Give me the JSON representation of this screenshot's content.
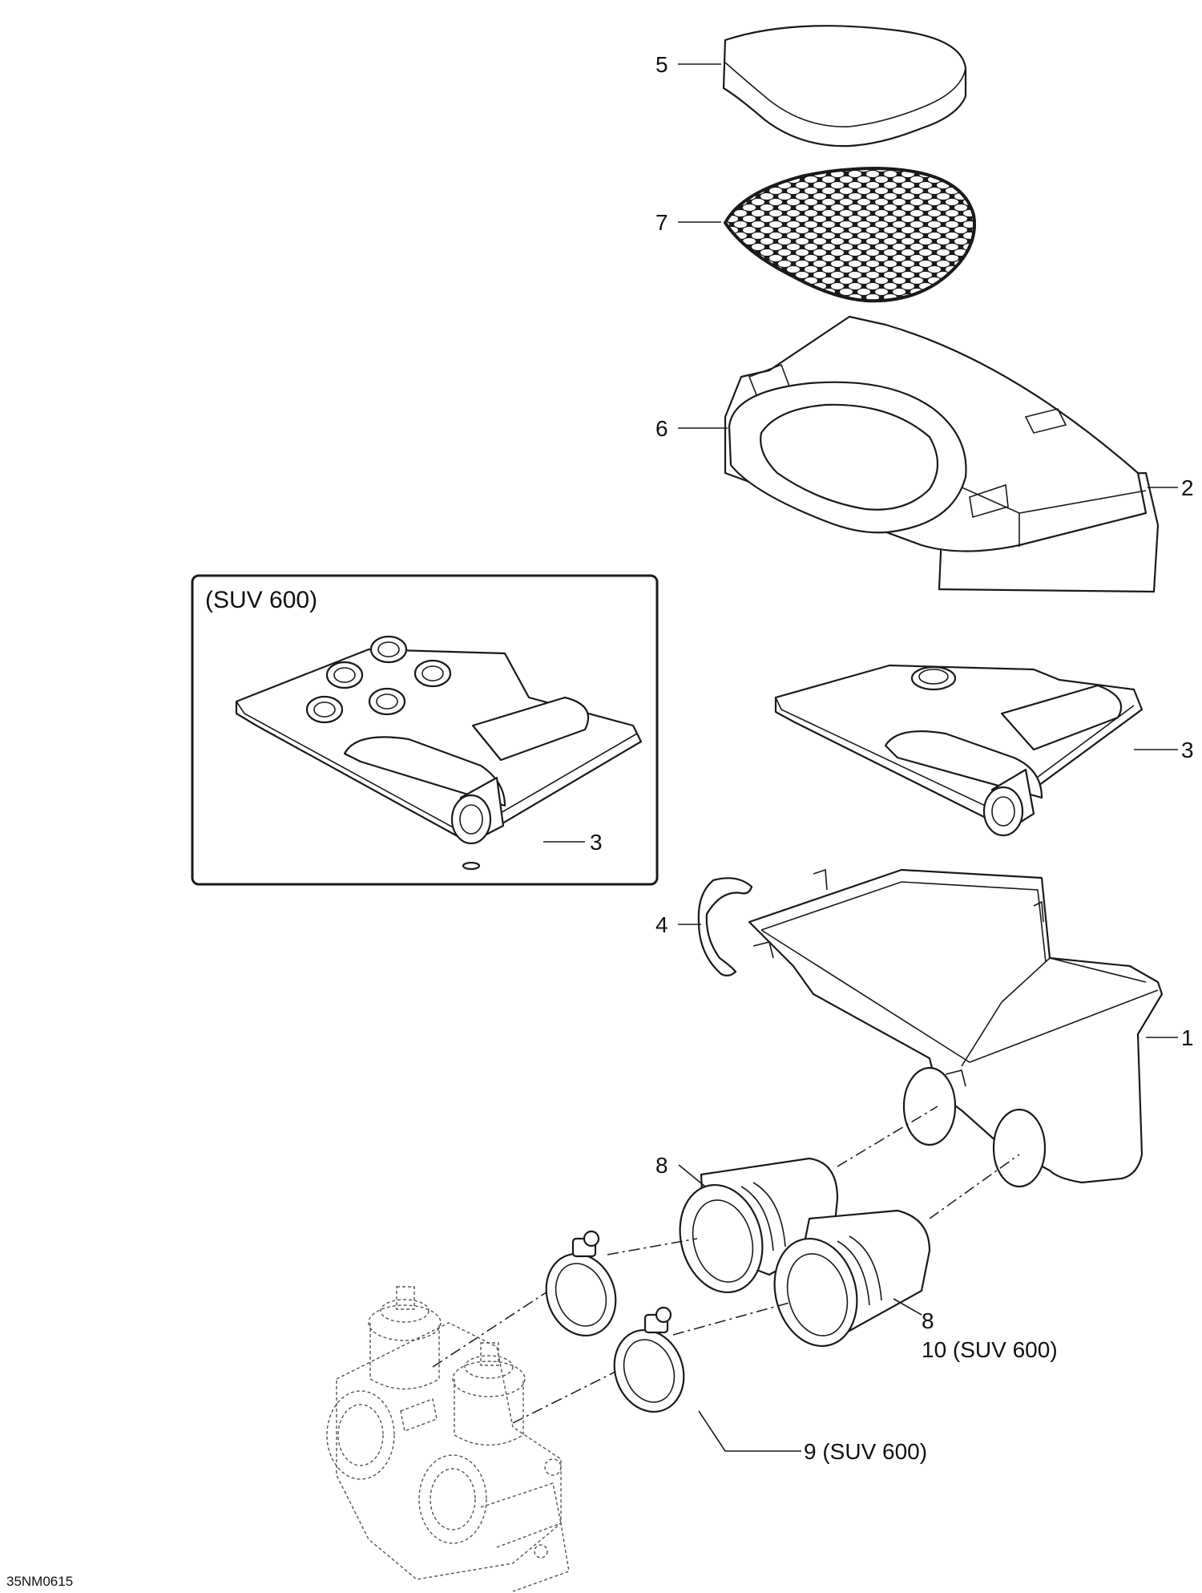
{
  "diagram": {
    "document_id": "35NM0615",
    "inset": {
      "title": "(SUV 600)"
    },
    "callouts": {
      "c5": "5",
      "c7": "7",
      "c6": "6",
      "c2": "2",
      "c3": "3",
      "c3_inset": "3",
      "c4": "4",
      "c1": "1",
      "c8_upper": "8",
      "c8_lower": "8",
      "c10": "10 (SUV 600)",
      "c9": "9 (SUV 600)"
    }
  }
}
